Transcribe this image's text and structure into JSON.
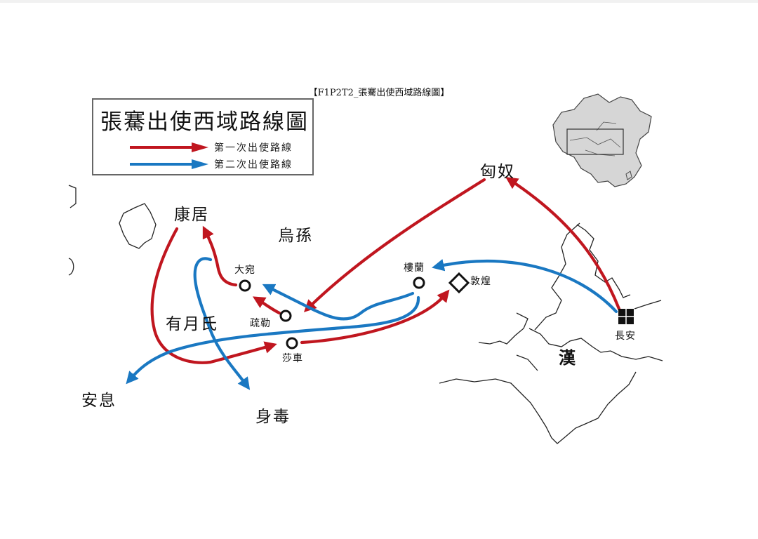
{
  "caption": "【F1P2T2_張騫出使西域路線圖】",
  "legend": {
    "title": "張騫出使西域路線圖",
    "items": [
      {
        "label": "第一次出使路線",
        "color": "#c0161f"
      },
      {
        "label": "第二次出使路線",
        "color": "#1a78c2"
      }
    ]
  },
  "places": {
    "kangju": "康居",
    "wusun": "烏孫",
    "dawan": "大宛",
    "shule": "疏勒",
    "yueshi": "有月氏",
    "shache": "莎車",
    "anxi": "安息",
    "shendu": "身毒",
    "loulan": "樓蘭",
    "dunhuang": "敦煌",
    "xiongnu": "匈奴",
    "changan": "長安",
    "han": "漢"
  },
  "colors": {
    "first_route": "#c0161f",
    "second_route": "#1a78c2",
    "border": "#222222"
  }
}
